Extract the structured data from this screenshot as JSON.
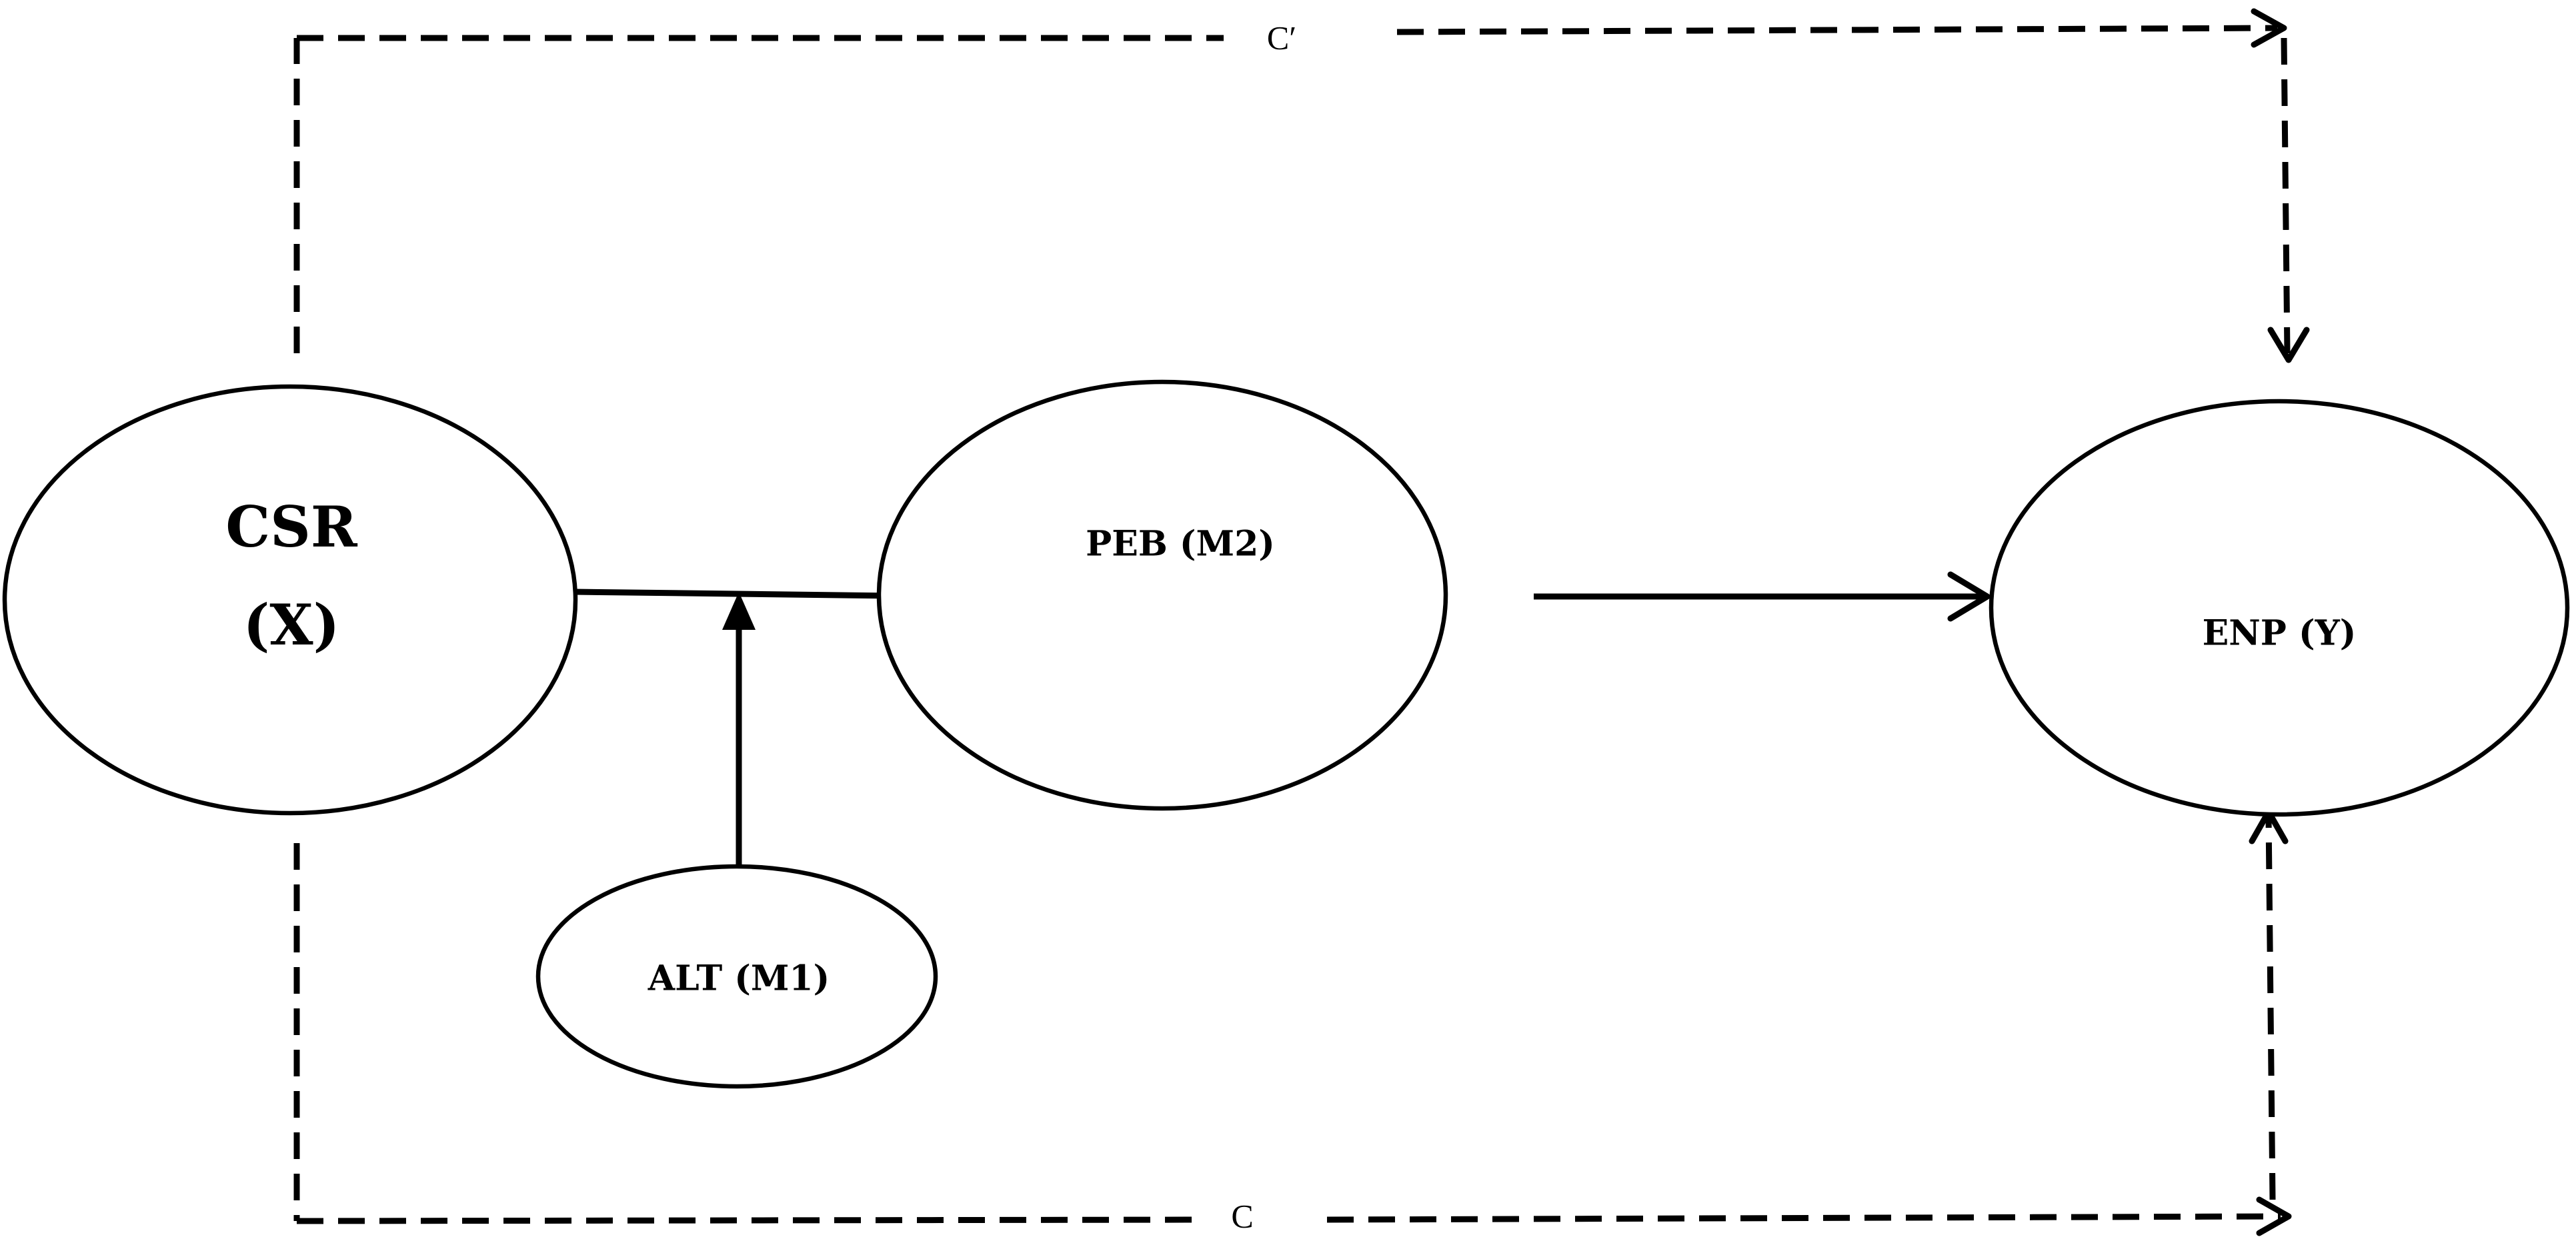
{
  "diagram": {
    "nodes": {
      "csr": {
        "line1": "CSR",
        "line2": "(X)"
      },
      "peb": {
        "label": "PEB (M2)"
      },
      "enp": {
        "label": "ENP (Y)"
      },
      "alt": {
        "label": "ALT (M1)"
      }
    },
    "edges": {
      "top_path_label": "C′",
      "bottom_path_label": "C"
    },
    "colors": {
      "stroke": "#000000",
      "background": "#ffffff"
    }
  }
}
